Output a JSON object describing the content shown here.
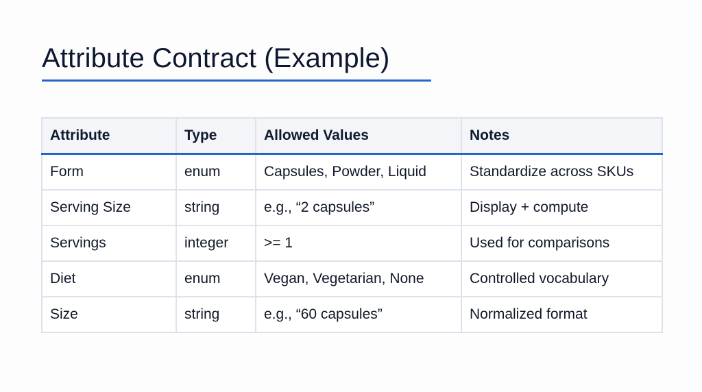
{
  "slide": {
    "title": "Attribute Contract (Example)",
    "accent_color": "#2467c6"
  },
  "table": {
    "headers": [
      "Attribute",
      "Type",
      "Allowed Values",
      "Notes"
    ],
    "rows": [
      [
        "Form",
        "enum",
        "Capsules, Powder, Liquid",
        "Standardize across SKUs"
      ],
      [
        "Serving Size",
        "string",
        "e.g., “2 capsules”",
        "Display + compute"
      ],
      [
        "Servings",
        "integer",
        ">= 1",
        "Used for comparisons"
      ],
      [
        "Diet",
        "enum",
        "Vegan, Vegetarian, None",
        "Controlled vocabulary"
      ],
      [
        "Size",
        "string",
        "e.g., “60 capsules”",
        "Normalized format"
      ]
    ]
  }
}
